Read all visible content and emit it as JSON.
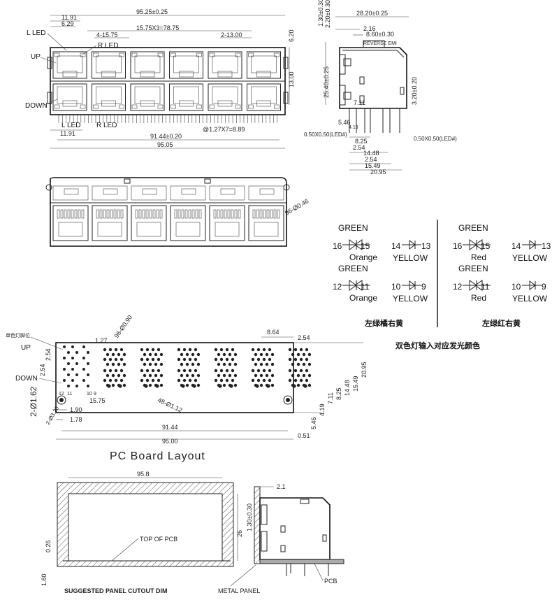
{
  "front_view": {
    "labels": {
      "l_led_top": "L LED",
      "up": "UP",
      "down": "DOWN",
      "r_led_top": "R LED",
      "l_led_bottom": "L LED",
      "r_led_bottom": "R LED"
    },
    "dims": {
      "total_width": "95.25±0.25",
      "d1191_top": "11.91",
      "d629": "6.29",
      "pitch": "15.75X3=78.75",
      "d4_1575": "4-15.75",
      "d2_13": "2-13.00",
      "d620": "6.20",
      "d1300": "13.00",
      "d1191_bottom": "11.91",
      "pin_pitch": "@1.27X7=8.89",
      "d9144": "91.44±0.20",
      "d9505": "95.05"
    }
  },
  "side_view": {
    "label": "REVERSE EMI",
    "dims": {
      "d130": "1.30±0.30",
      "d220": "2.20±0.30",
      "d2820": "28.20±0.25",
      "d216": "2.16",
      "d860": "8.60±0.30",
      "d2540": "25.40±0.25",
      "d320": "3.20±0.20",
      "d711": "7.11",
      "d546": "5.46",
      "d419": "4.19",
      "d825": "8.25",
      "d254": "2.54",
      "d1448": "14.48",
      "d254b": "2.54",
      "d1549": "15.49",
      "d2095": "20.95",
      "led_left": "0.50X0.50(LED#)",
      "led_right": "0.50X0.50(LED#)"
    }
  },
  "back_view": {
    "dims": {
      "d96": "96-Ø0.46"
    }
  },
  "led_table": {
    "left": {
      "g1": "GREEN",
      "n16": "16",
      "n15": "15",
      "o1": "Orange",
      "n14": "14",
      "n13": "13",
      "y1": "YELLOW",
      "g2": "GREEN",
      "n12": "12",
      "n11": "11",
      "o2": "Orange",
      "n10": "10",
      "n9": "9",
      "y2": "YELLOW",
      "caption": "左绿橘右黄"
    },
    "right": {
      "g1": "GREEN",
      "n16": "16",
      "n15": "15",
      "r1": "Red",
      "n14": "14",
      "n13": "13",
      "y1": "YELLOW",
      "g2": "GREEN",
      "n12": "12",
      "n11": "11",
      "r2": "Red",
      "n10": "10",
      "n9": "9",
      "y2": "YELLOW",
      "caption": "左绿红右黄"
    },
    "subtitle": "双色灯输入对应发光颜色"
  },
  "pcb": {
    "title": "PC Board Layout",
    "labels": {
      "led_note": "单色灯脚位",
      "up": "UP",
      "down": "DOWN",
      "p12": "12",
      "p11": "11",
      "p10": "10",
      "p9": "9"
    },
    "dims": {
      "d254a": "2.54",
      "d127": "1.27",
      "d96": "96-Ø0.90",
      "d864": "8.64",
      "d254b": "2.54",
      "d254c": "2.54",
      "d162": "2-Ø1.62",
      "d320": "2-Ø3.20",
      "d190": "1.90",
      "d178": "1.78",
      "d1575": "15.75",
      "d48": "48-Ø1.12",
      "d2095": "20.95",
      "d1549": "15.49",
      "d1448": "14.48",
      "d825": "8.25",
      "d711": "7.11",
      "d419": "4.19",
      "d546": "5.46",
      "d9144": "91.44",
      "d9500": "95.00",
      "d051": "0.51"
    }
  },
  "panel": {
    "title": "SUGGESTED PANEL CUTOUT DIM",
    "labels": {
      "top_of_pcb": "TOP OF PCB",
      "metal_panel": "METAL PANEL",
      "pcb": "PCB"
    },
    "dims": {
      "d958": "95.8",
      "d26": "26",
      "d026": "0.26",
      "d160": "1.60",
      "d130": "1.30±0.30",
      "d21": "2.1"
    }
  }
}
